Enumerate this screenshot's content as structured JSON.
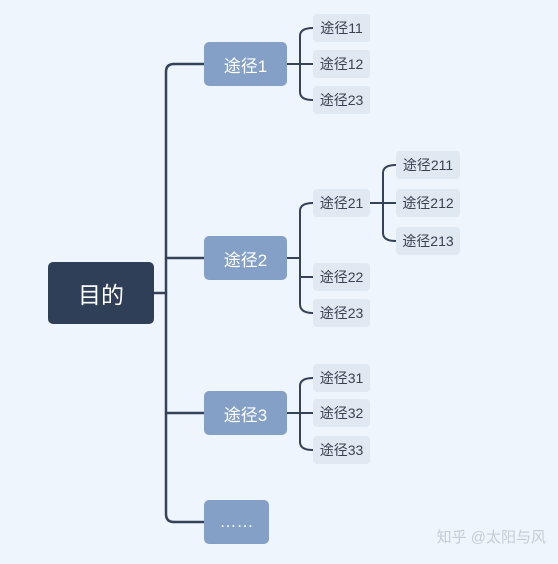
{
  "root": {
    "label": "目的"
  },
  "branches": [
    {
      "label": "途径1"
    },
    {
      "label": "途径2"
    },
    {
      "label": "途径3"
    },
    {
      "label": "……"
    }
  ],
  "leaves": {
    "b1": [
      "途径11",
      "途径12",
      "途径23"
    ],
    "b2": [
      "途径21",
      "途径22",
      "途径23"
    ],
    "b21": [
      "途径211",
      "途径212",
      "途径213"
    ],
    "b3": [
      "途径31",
      "途径32",
      "途径33"
    ]
  },
  "watermark": "知乎 @太阳与风"
}
